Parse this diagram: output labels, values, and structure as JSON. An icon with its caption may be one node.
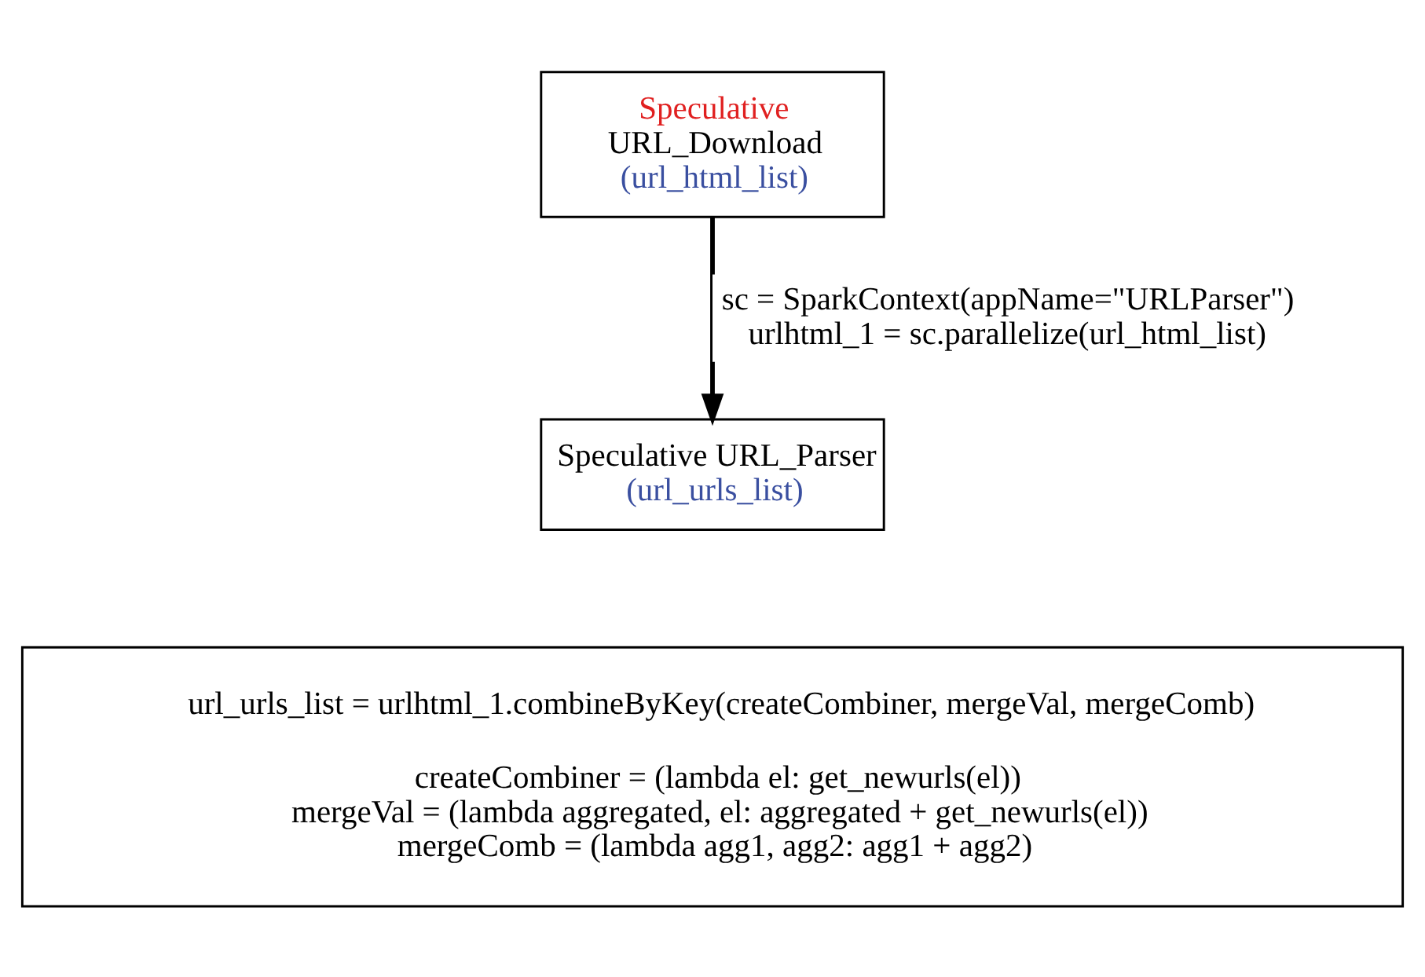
{
  "diagram": {
    "nodes": [
      {
        "text": [
          "Speculative",
          "URL_Download",
          "(url_html_list)"
        ]
      },
      {
        "text": [
          "Speculative URL_Parser",
          "(url_urls_list)"
        ]
      },
      {
        "text": [
          "url_urls_list = urlhtml_1.combineByKey(createCombiner, mergeVal, mergeComb)",
          "createCombiner = (lambda el: get_newurls(el))",
          "mergeVal = (lambda aggregated, el: aggregated + get_newurls(el))",
          "mergeComb = (lambda agg1, agg2: agg1 + agg2)"
        ]
      }
    ],
    "edges": [
      {
        "from": 0,
        "to": 1,
        "arrow": "to",
        "label": "sc = SparkContext(appName=\"URLParser\") urlhtml_1 = sc.parallelize(url_html_list)"
      }
    ]
  }
}
